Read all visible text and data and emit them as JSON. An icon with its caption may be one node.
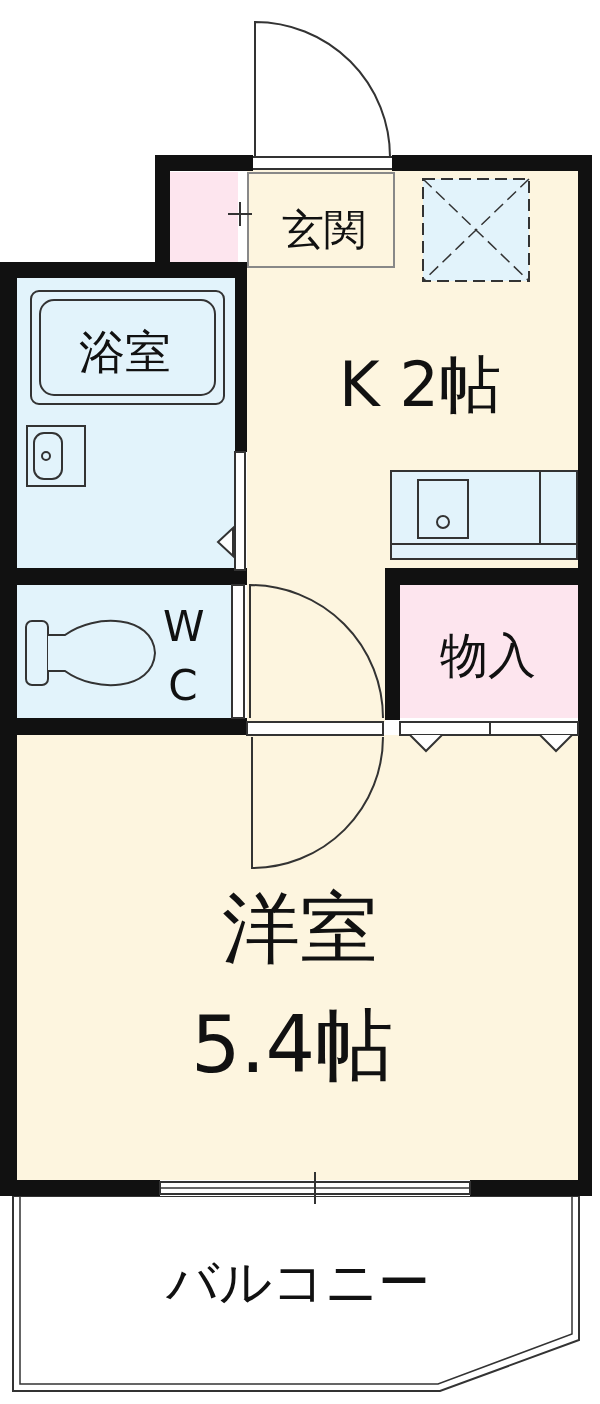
{
  "diagram": {
    "nodes": [
      {
        "text": [
          "K 2帖"
        ]
      },
      {
        "text": [
          "玄関"
        ],
        "in": 0
      },
      {
        "text": [
          "浴室"
        ]
      },
      {
        "text": [
          "W C"
        ]
      },
      {
        "text": [
          "物入"
        ]
      },
      {
        "text": [
          "洋室",
          "5.4帖"
        ]
      },
      {
        "text": [
          "バルコニー"
        ]
      }
    ]
  }
}
